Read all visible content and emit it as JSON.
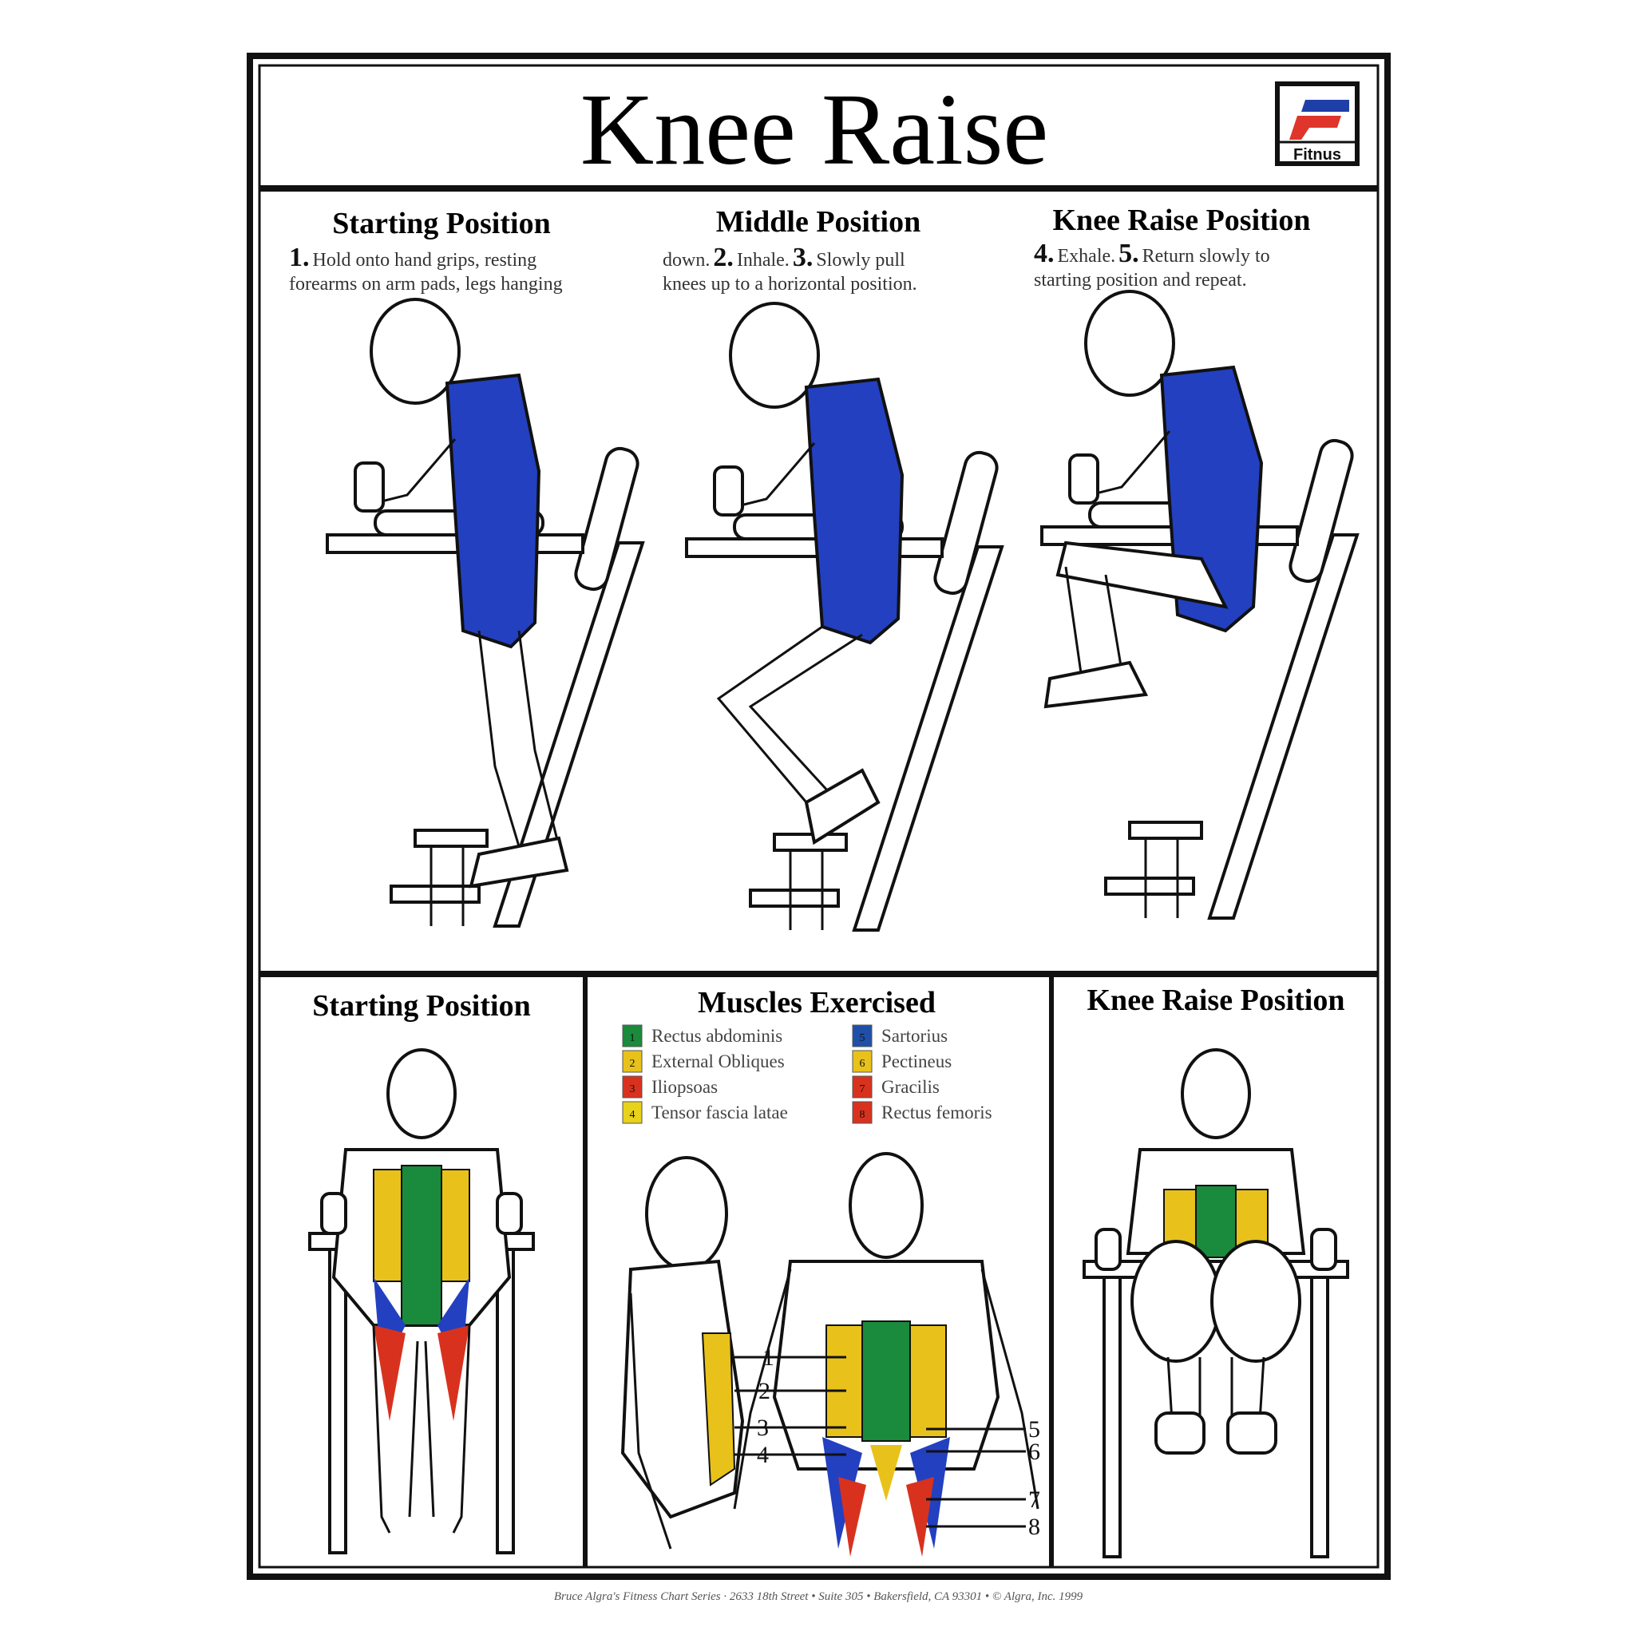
{
  "title": "Knee Raise",
  "logo": {
    "text": "Fitnus",
    "colors": [
      "#1f3fa8",
      "#e0352b"
    ]
  },
  "top_panels": [
    {
      "heading": "Starting Position",
      "lines": [
        {
          "num": "1.",
          "text": "Hold onto hand grips, resting"
        },
        {
          "num": "",
          "text": "forearms on arm pads, legs hanging"
        }
      ]
    },
    {
      "heading": "Middle Position",
      "lines": [
        {
          "pre": "down.",
          "num": "2.",
          "text": "Inhale.",
          "num2": "3.",
          "text2": "Slowly pull"
        },
        {
          "text": "knees up to a horizontal position."
        }
      ]
    },
    {
      "heading": "Knee Raise Position",
      "lines": [
        {
          "num": "4.",
          "text": "Exhale.",
          "num2": "5.",
          "text2": "Return slowly to"
        },
        {
          "text": "starting position and repeat."
        }
      ]
    }
  ],
  "bottom_panels": {
    "left_heading": "Starting Position",
    "center_heading": "Muscles Exercised",
    "right_heading": "Knee Raise Position"
  },
  "legend": [
    {
      "num": "1",
      "label": "Rectus abdominis",
      "color": "#1a8a3c"
    },
    {
      "num": "2",
      "label": "External Obliques",
      "color": "#e8c21a"
    },
    {
      "num": "3",
      "label": "Iliopsoas",
      "color": "#d8321f"
    },
    {
      "num": "4",
      "label": "Tensor fascia latae",
      "color": "#e8d21a"
    },
    {
      "num": "5",
      "label": "Sartorius",
      "color": "#1f4fa8"
    },
    {
      "num": "6",
      "label": "Pectineus",
      "color": "#e8c21a"
    },
    {
      "num": "7",
      "label": "Gracilis",
      "color": "#d8321f"
    },
    {
      "num": "8",
      "label": "Rectus femoris",
      "color": "#d8321f"
    }
  ],
  "diagram_labels": [
    "1",
    "2",
    "3",
    "4",
    "5",
    "6",
    "7",
    "8"
  ],
  "shirt_color": "#2340c0",
  "footer": "Bruce Algra's Fitness Chart Series · 2633 18th Street • Suite 305 • Bakersfield, CA 93301 • © Algra, Inc. 1999"
}
